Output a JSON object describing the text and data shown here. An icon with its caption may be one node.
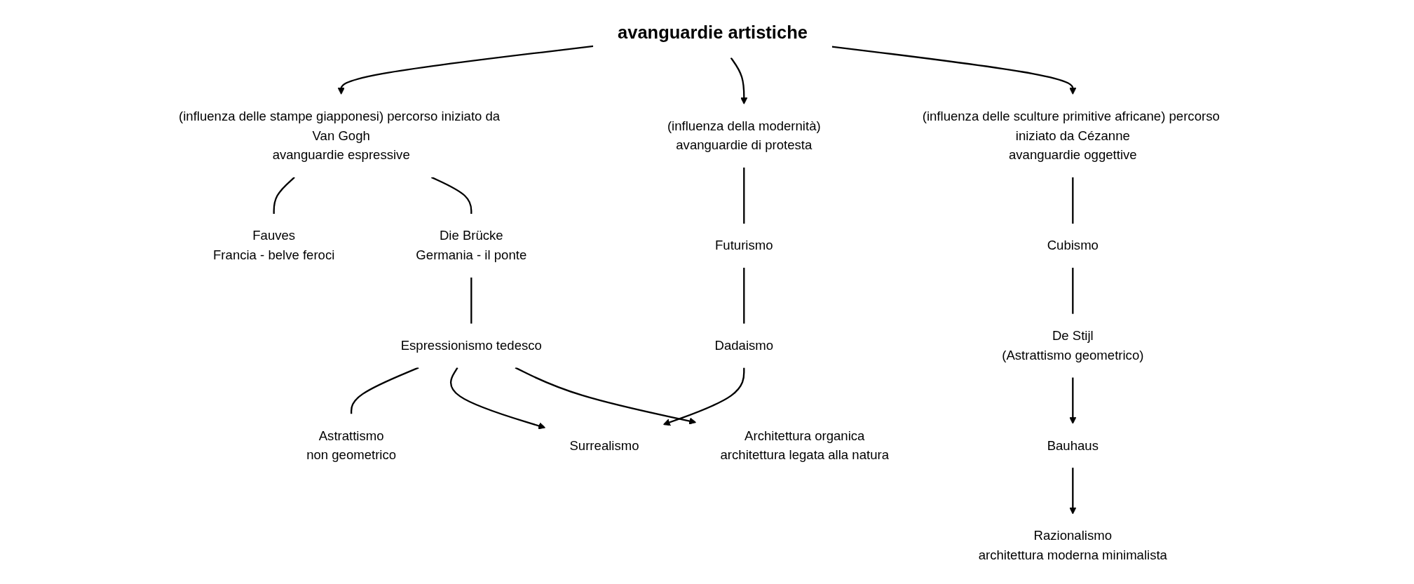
{
  "diagram": {
    "nodes": [
      {
        "text": [
          "avanguardie artistiche"
        ]
      },
      {
        "text": [
          "(influenza delle stampe giapponesi) percorso iniziato da Van Gogh",
          "avanguardie espressive"
        ]
      },
      {
        "text": [
          "(influenza della modernità)",
          "avanguardie di protesta"
        ]
      },
      {
        "text": [
          "(influenza delle sculture primitive africane) percorso iniziato da Cézanne",
          "avanguardie oggettive"
        ]
      },
      {
        "text": [
          "Fauves",
          "Francia - belve feroci"
        ]
      },
      {
        "text": [
          "Die Brücke",
          "Germania - il ponte"
        ]
      },
      {
        "text": [
          "Futurismo"
        ]
      },
      {
        "text": [
          "Cubismo"
        ]
      },
      {
        "text": [
          "Espressionismo tedesco"
        ]
      },
      {
        "text": [
          "Dadaismo"
        ]
      },
      {
        "text": [
          "De Stijl",
          "(Astrattismo geometrico)"
        ]
      },
      {
        "text": [
          "Astrattismo",
          "non geometrico"
        ]
      },
      {
        "text": [
          "Surrealismo"
        ]
      },
      {
        "text": [
          "Bauhaus"
        ]
      },
      {
        "text": [
          "Architettura organica",
          "architettura legata alla natura"
        ]
      },
      {
        "text": [
          "Razionalismo",
          "architettura moderna minimalista"
        ]
      }
    ],
    "edges": [
      {
        "from": 0,
        "to": 1,
        "arrow": "to"
      },
      {
        "from": 0,
        "to": 2,
        "arrow": "to"
      },
      {
        "from": 0,
        "to": 3,
        "arrow": "to"
      },
      {
        "from": 1,
        "to": 4,
        "arrow": "none"
      },
      {
        "from": 1,
        "to": 5,
        "arrow": "none"
      },
      {
        "from": 2,
        "to": 6,
        "arrow": "none"
      },
      {
        "from": 3,
        "to": 7,
        "arrow": "none"
      },
      {
        "from": 5,
        "to": 8,
        "arrow": "none"
      },
      {
        "from": 6,
        "to": 9,
        "arrow": "none"
      },
      {
        "from": 7,
        "to": 10,
        "arrow": "none"
      },
      {
        "from": 8,
        "to": 11,
        "arrow": "none"
      },
      {
        "from": 8,
        "to": 12,
        "arrow": "to"
      },
      {
        "from": 9,
        "to": 12,
        "arrow": "to"
      },
      {
        "from": 10,
        "to": 13,
        "arrow": "to"
      },
      {
        "from": 8,
        "to": 14,
        "arrow": "to"
      },
      {
        "from": 13,
        "to": 15,
        "arrow": "to"
      }
    ]
  }
}
